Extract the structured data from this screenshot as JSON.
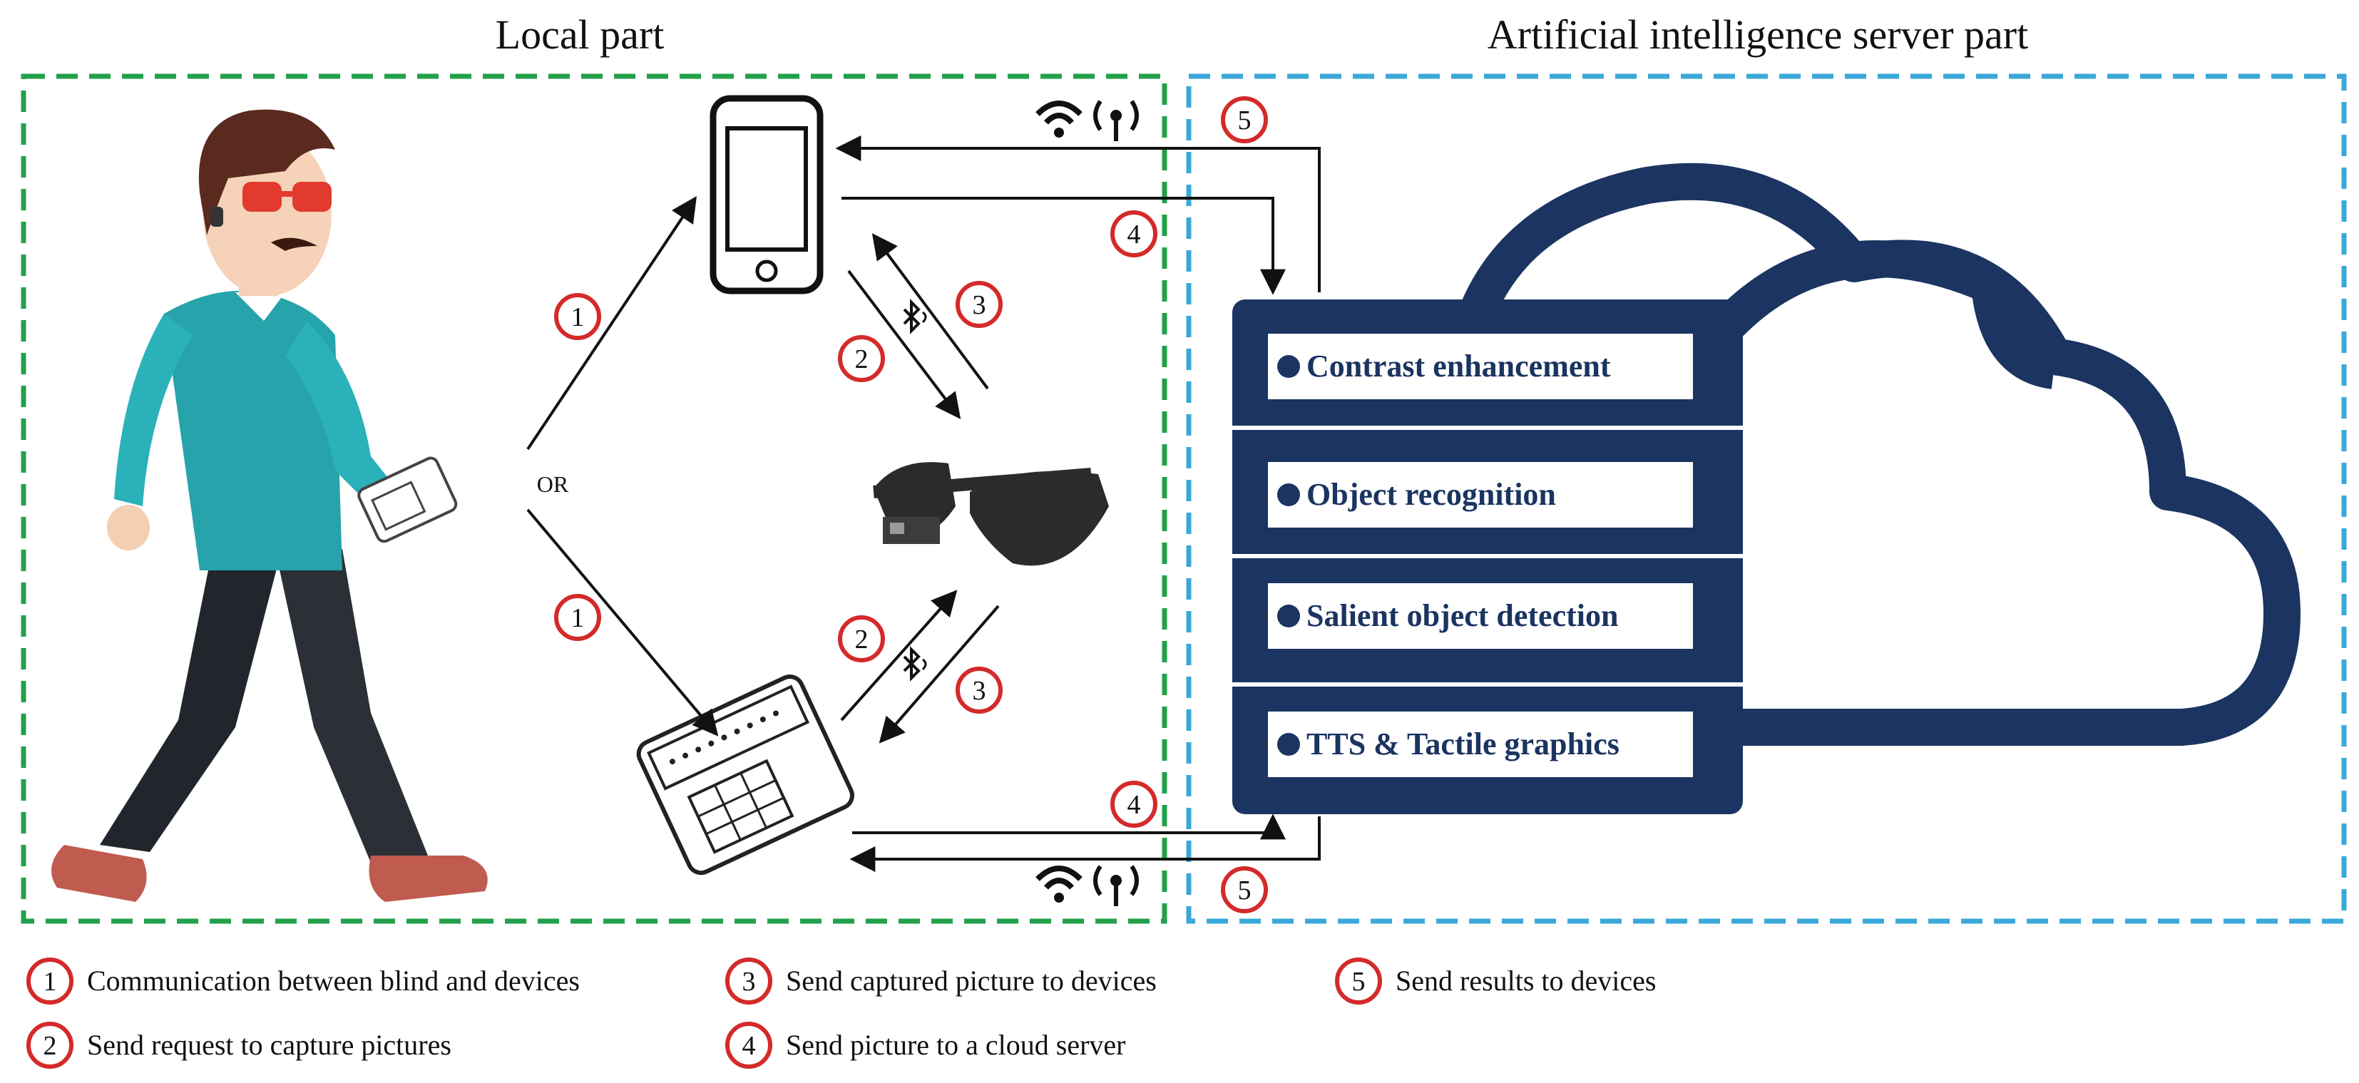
{
  "sections": {
    "local_title": "Local part",
    "server_title": "Artificial intelligence server part"
  },
  "center_label": "OR",
  "server_modules": [
    "Contrast enhancement",
    "Object recognition",
    "Salient object detection",
    "TTS & Tactile graphics"
  ],
  "step_badges": {
    "s1_top": "1",
    "s1_bottom": "1",
    "s2_top": "2",
    "s2_bottom": "2",
    "s3_top": "3",
    "s3_bottom": "3",
    "s4_top": "4",
    "s4_bottom": "4",
    "s5_top": "5",
    "s5_bottom": "5"
  },
  "legend": [
    {
      "num": "1",
      "text": "Communication between blind and devices"
    },
    {
      "num": "2",
      "text": "Send request to capture pictures"
    },
    {
      "num": "3",
      "text": "Send captured picture to devices"
    },
    {
      "num": "4",
      "text": "Send picture to a cloud server"
    },
    {
      "num": "5",
      "text": "Send results to devices"
    }
  ],
  "colors": {
    "local_border": "#22a04a",
    "server_border": "#3aa8d8",
    "navy": "#1b3461",
    "badge_red": "#d42a2a",
    "arrow": "#111111"
  },
  "icons": [
    "wifi-icon",
    "antenna-icon",
    "bluetooth-icon",
    "smartphone-icon",
    "smart-glasses-icon",
    "braille-device-icon",
    "cloud-icon",
    "server-icon",
    "blind-person-illustration"
  ]
}
